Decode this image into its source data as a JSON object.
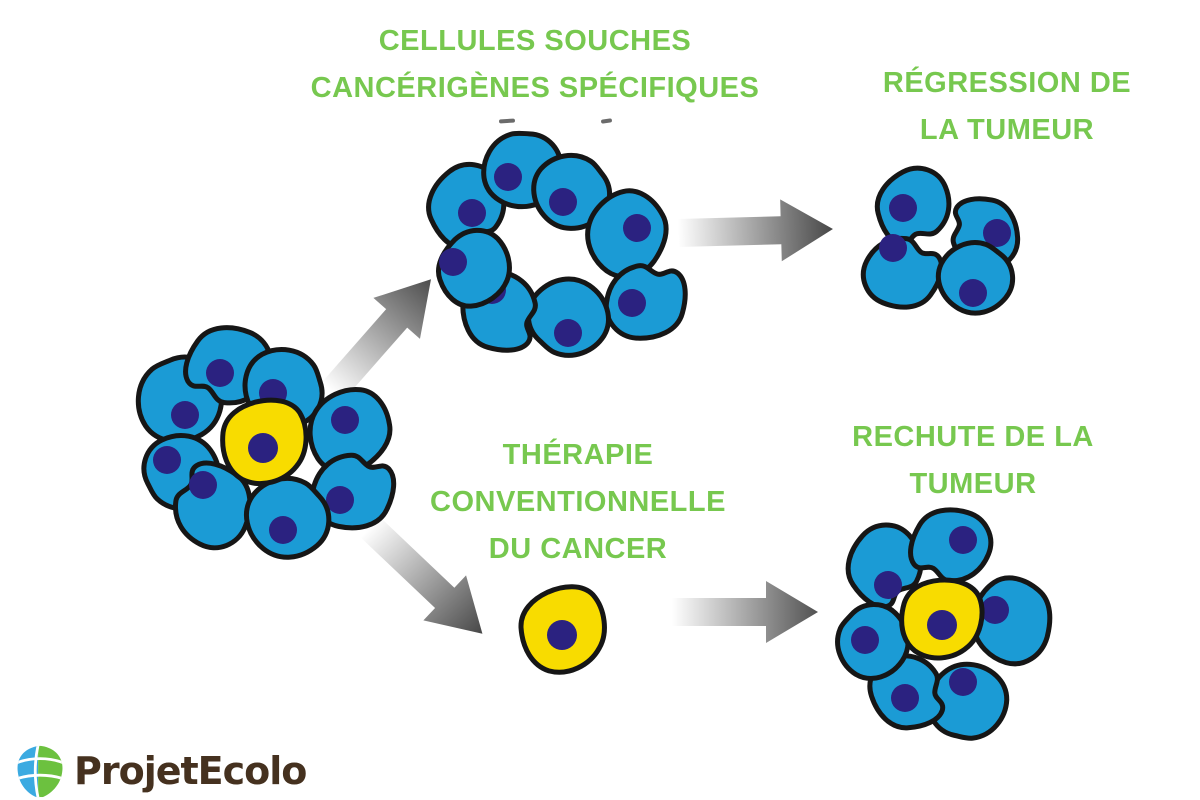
{
  "labels": {
    "top_center": {
      "line1": "CELLULES SOUCHES",
      "line2": "CANCÉRIGÈNES SPÉCIFIQUES"
    },
    "regression": {
      "line1": "RÉGRESSION DE",
      "line2": "LA TUMEUR"
    },
    "therapy": {
      "line1": "THÉRAPIE",
      "line2": "CONVENTIONNELLE",
      "line3": "DU CANCER"
    },
    "relapse": {
      "line1": "RECHUTE DE LA",
      "line2": "TUMEUR"
    }
  },
  "colors": {
    "label_green": "#77c84f",
    "cell_blue": "#1b9bd5",
    "cell_yellow": "#f8dc00",
    "nucleus_navy": "#2b2280",
    "cell_outline": "#161616",
    "arrow_light": "#ffffff",
    "arrow_dark": "#474747",
    "logo_brown": "#45311f",
    "logo_leaf_blue": "#3baae1",
    "logo_leaf_green": "#6cc13f",
    "background": "#ffffff"
  },
  "diagram": {
    "clusters": [
      {
        "id": "tumor-with-csc",
        "blue_cells": 8,
        "yellow_cells": 1
      },
      {
        "id": "csc-therapy-ring",
        "blue_cells": 8,
        "yellow_cells": 0
      },
      {
        "id": "tumor-regressed",
        "blue_cells": 4,
        "yellow_cells": 0
      },
      {
        "id": "surviving-csc",
        "blue_cells": 0,
        "yellow_cells": 1
      },
      {
        "id": "tumor-relapsed",
        "blue_cells": 6,
        "yellow_cells": 1
      }
    ],
    "arrow_count": 4
  },
  "logo": {
    "text": "ProjetEcolo",
    "icon": "leaf-icon"
  }
}
